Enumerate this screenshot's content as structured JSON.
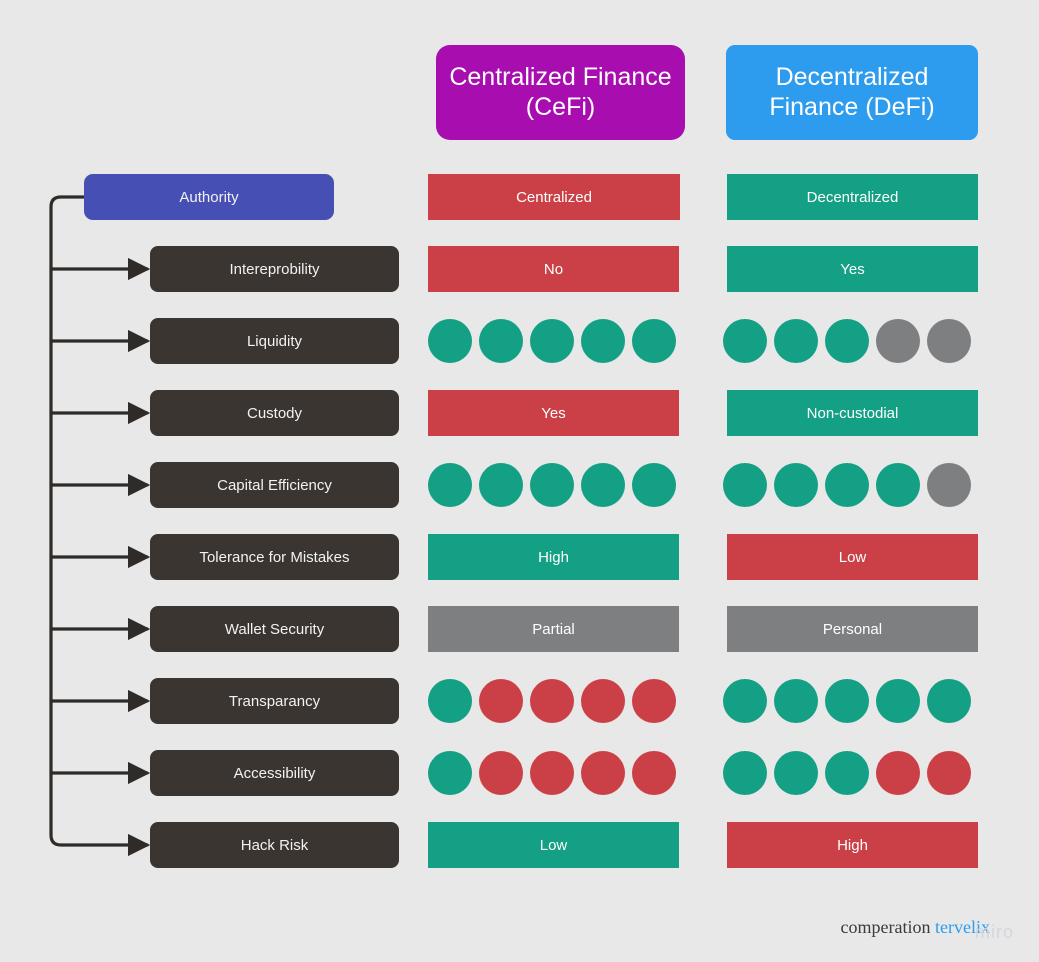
{
  "headers": {
    "cefi": "Centralized Finance (CeFi)",
    "defi": "Decentralized Finance (DeFi)"
  },
  "colors": {
    "background": "#e8e8e8",
    "cefi_header": "#a80db0",
    "defi_header": "#2d9cee",
    "root_label": "#4650b4",
    "label_box": "#3a3531",
    "green": "#13a085",
    "red": "#cb4046",
    "gray": "#7d7f80",
    "brand_link": "#2d9cee"
  },
  "rows": [
    {
      "label": "Authority",
      "root": true,
      "cefi": {
        "kind": "bar",
        "text": "Centralized",
        "tone": "red"
      },
      "defi": {
        "kind": "bar",
        "text": "Decentralized",
        "tone": "green"
      }
    },
    {
      "label": "Intereprobility",
      "root": false,
      "cefi": {
        "kind": "bar",
        "text": "No",
        "tone": "red"
      },
      "defi": {
        "kind": "bar",
        "text": "Yes",
        "tone": "green"
      }
    },
    {
      "label": "Liquidity",
      "root": false,
      "cefi": {
        "kind": "dots",
        "dots": [
          "green",
          "green",
          "green",
          "green",
          "green"
        ],
        "score": 5
      },
      "defi": {
        "kind": "dots",
        "dots": [
          "green",
          "green",
          "green",
          "gray",
          "gray"
        ],
        "score": 3
      }
    },
    {
      "label": "Custody",
      "root": false,
      "cefi": {
        "kind": "bar",
        "text": "Yes",
        "tone": "red"
      },
      "defi": {
        "kind": "bar",
        "text": "Non-custodial",
        "tone": "green"
      }
    },
    {
      "label": "Capital Efficiency",
      "root": false,
      "cefi": {
        "kind": "dots",
        "dots": [
          "green",
          "green",
          "green",
          "green",
          "green"
        ],
        "score": 5
      },
      "defi": {
        "kind": "dots",
        "dots": [
          "green",
          "green",
          "green",
          "green",
          "gray"
        ],
        "score": 4
      }
    },
    {
      "label": "Tolerance for Mistakes",
      "root": false,
      "cefi": {
        "kind": "bar",
        "text": "High",
        "tone": "green"
      },
      "defi": {
        "kind": "bar",
        "text": "Low",
        "tone": "red"
      }
    },
    {
      "label": "Wallet Security",
      "root": false,
      "cefi": {
        "kind": "bar",
        "text": "Partial",
        "tone": "gray"
      },
      "defi": {
        "kind": "bar",
        "text": "Personal",
        "tone": "gray"
      }
    },
    {
      "label": "Transparancy",
      "root": false,
      "cefi": {
        "kind": "dots",
        "dots": [
          "green",
          "red",
          "red",
          "red",
          "red"
        ],
        "score": 1
      },
      "defi": {
        "kind": "dots",
        "dots": [
          "green",
          "green",
          "green",
          "green",
          "green"
        ],
        "score": 5
      }
    },
    {
      "label": "Accessibility",
      "root": false,
      "cefi": {
        "kind": "dots",
        "dots": [
          "green",
          "red",
          "red",
          "red",
          "red"
        ],
        "score": 1
      },
      "defi": {
        "kind": "dots",
        "dots": [
          "green",
          "green",
          "green",
          "red",
          "red"
        ],
        "score": 3
      }
    },
    {
      "label": "Hack Risk",
      "root": false,
      "cefi": {
        "kind": "bar",
        "text": "Low",
        "tone": "green"
      },
      "defi": {
        "kind": "bar",
        "text": "High",
        "tone": "red"
      }
    }
  ],
  "footer": {
    "prefix": "comperation",
    "brand": "tervelix",
    "watermark": "miro"
  }
}
